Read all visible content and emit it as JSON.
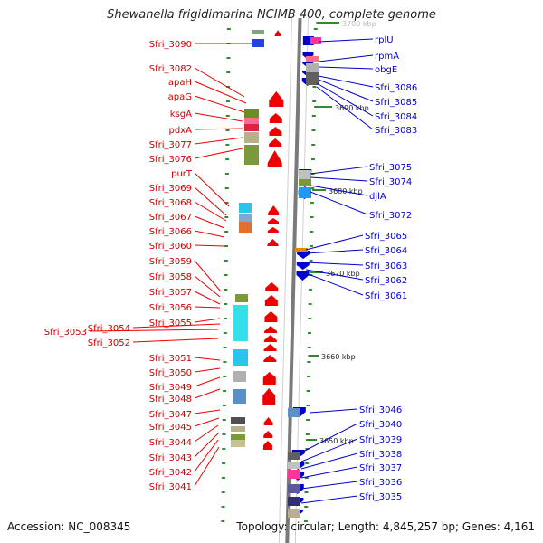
{
  "header": {
    "title": "Shewanella frigidimarina NCIMB 400, complete genome"
  },
  "footer": {
    "accession": "Accession: NC_008345",
    "summary": "Topology: circular; Length: 4,845,257 bp; Genes: 4,161"
  },
  "colors": {
    "forward": "#ee0000",
    "reverse": "#0000cc",
    "backbone": "#888888",
    "tick": "#2e8b2e"
  },
  "ticks": [
    {
      "label": "3700 kbp"
    },
    {
      "label": "3690 kbp"
    },
    {
      "label": "3680 kbp"
    },
    {
      "label": "3670 kbp"
    },
    {
      "label": "3660 kbp"
    },
    {
      "label": "3650 kbp"
    }
  ],
  "left_labels": [
    "Sfri_3090",
    "Sfri_3082",
    "apaH",
    "apaG",
    "ksgA",
    "pdxA",
    "Sfri_3077",
    "Sfri_3076",
    "purT",
    "Sfri_3069",
    "Sfri_3068",
    "Sfri_3067",
    "Sfri_3066",
    "Sfri_3060",
    "Sfri_3059",
    "Sfri_3058",
    "Sfri_3057",
    "Sfri_3056",
    "Sfri_3055",
    "Sfri_3054",
    "Sfri_3053",
    "Sfri_3052",
    "Sfri_3051",
    "Sfri_3050",
    "Sfri_3049",
    "Sfri_3048",
    "Sfri_3047",
    "Sfri_3045",
    "Sfri_3044",
    "Sfri_3043",
    "Sfri_3042",
    "Sfri_3041"
  ],
  "right_labels": [
    "rplU",
    "rpmA",
    "obgE",
    "Sfri_3086",
    "Sfri_3085",
    "Sfri_3084",
    "Sfri_3083",
    "Sfri_3075",
    "Sfri_3074",
    "djlA",
    "Sfri_3072",
    "Sfri_3065",
    "Sfri_3064",
    "Sfri_3063",
    "Sfri_3062",
    "Sfri_3061",
    "Sfri_3046",
    "Sfri_3040",
    "Sfri_3039",
    "Sfri_3038",
    "Sfri_3037",
    "Sfri_3036",
    "Sfri_3035"
  ]
}
